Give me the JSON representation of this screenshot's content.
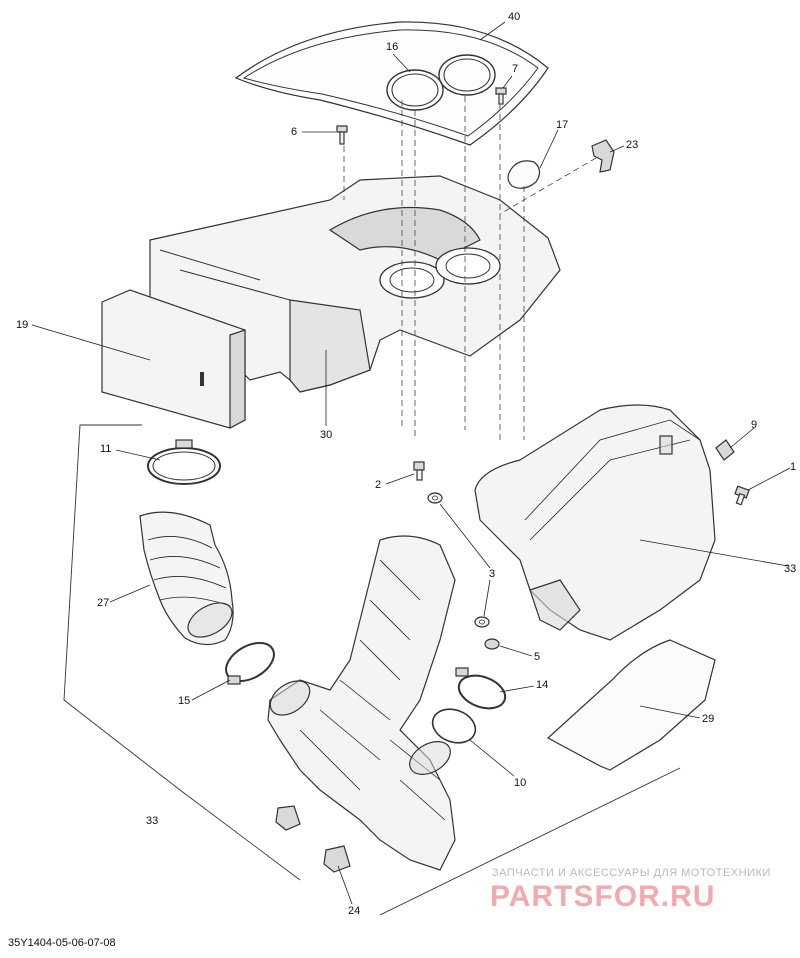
{
  "diagram": {
    "reference_code": "35Y1404-05-06-07-08",
    "watermark": {
      "caption": "ЗАПЧАСТИ И АКСЕССУАРЫ ДЛЯ МОТОТЕХНИКИ",
      "logo": "PARTSFOR.RU"
    },
    "callouts": [
      {
        "id": "c40",
        "label": "40"
      },
      {
        "id": "c16",
        "label": "16"
      },
      {
        "id": "c7",
        "label": "7"
      },
      {
        "id": "c6",
        "label": "6"
      },
      {
        "id": "c17",
        "label": "17"
      },
      {
        "id": "c23",
        "label": "23"
      },
      {
        "id": "c19",
        "label": "19"
      },
      {
        "id": "c30",
        "label": "30"
      },
      {
        "id": "c11",
        "label": "11"
      },
      {
        "id": "c2",
        "label": "2"
      },
      {
        "id": "c9",
        "label": "9"
      },
      {
        "id": "c1",
        "label": "1"
      },
      {
        "id": "c33a",
        "label": "33"
      },
      {
        "id": "c27",
        "label": "27"
      },
      {
        "id": "c3",
        "label": "3"
      },
      {
        "id": "c5",
        "label": "5"
      },
      {
        "id": "c15",
        "label": "15"
      },
      {
        "id": "c14",
        "label": "14"
      },
      {
        "id": "c29",
        "label": "29"
      },
      {
        "id": "c10",
        "label": "10"
      },
      {
        "id": "c33b",
        "label": "33"
      },
      {
        "id": "c24",
        "label": "24"
      }
    ]
  }
}
